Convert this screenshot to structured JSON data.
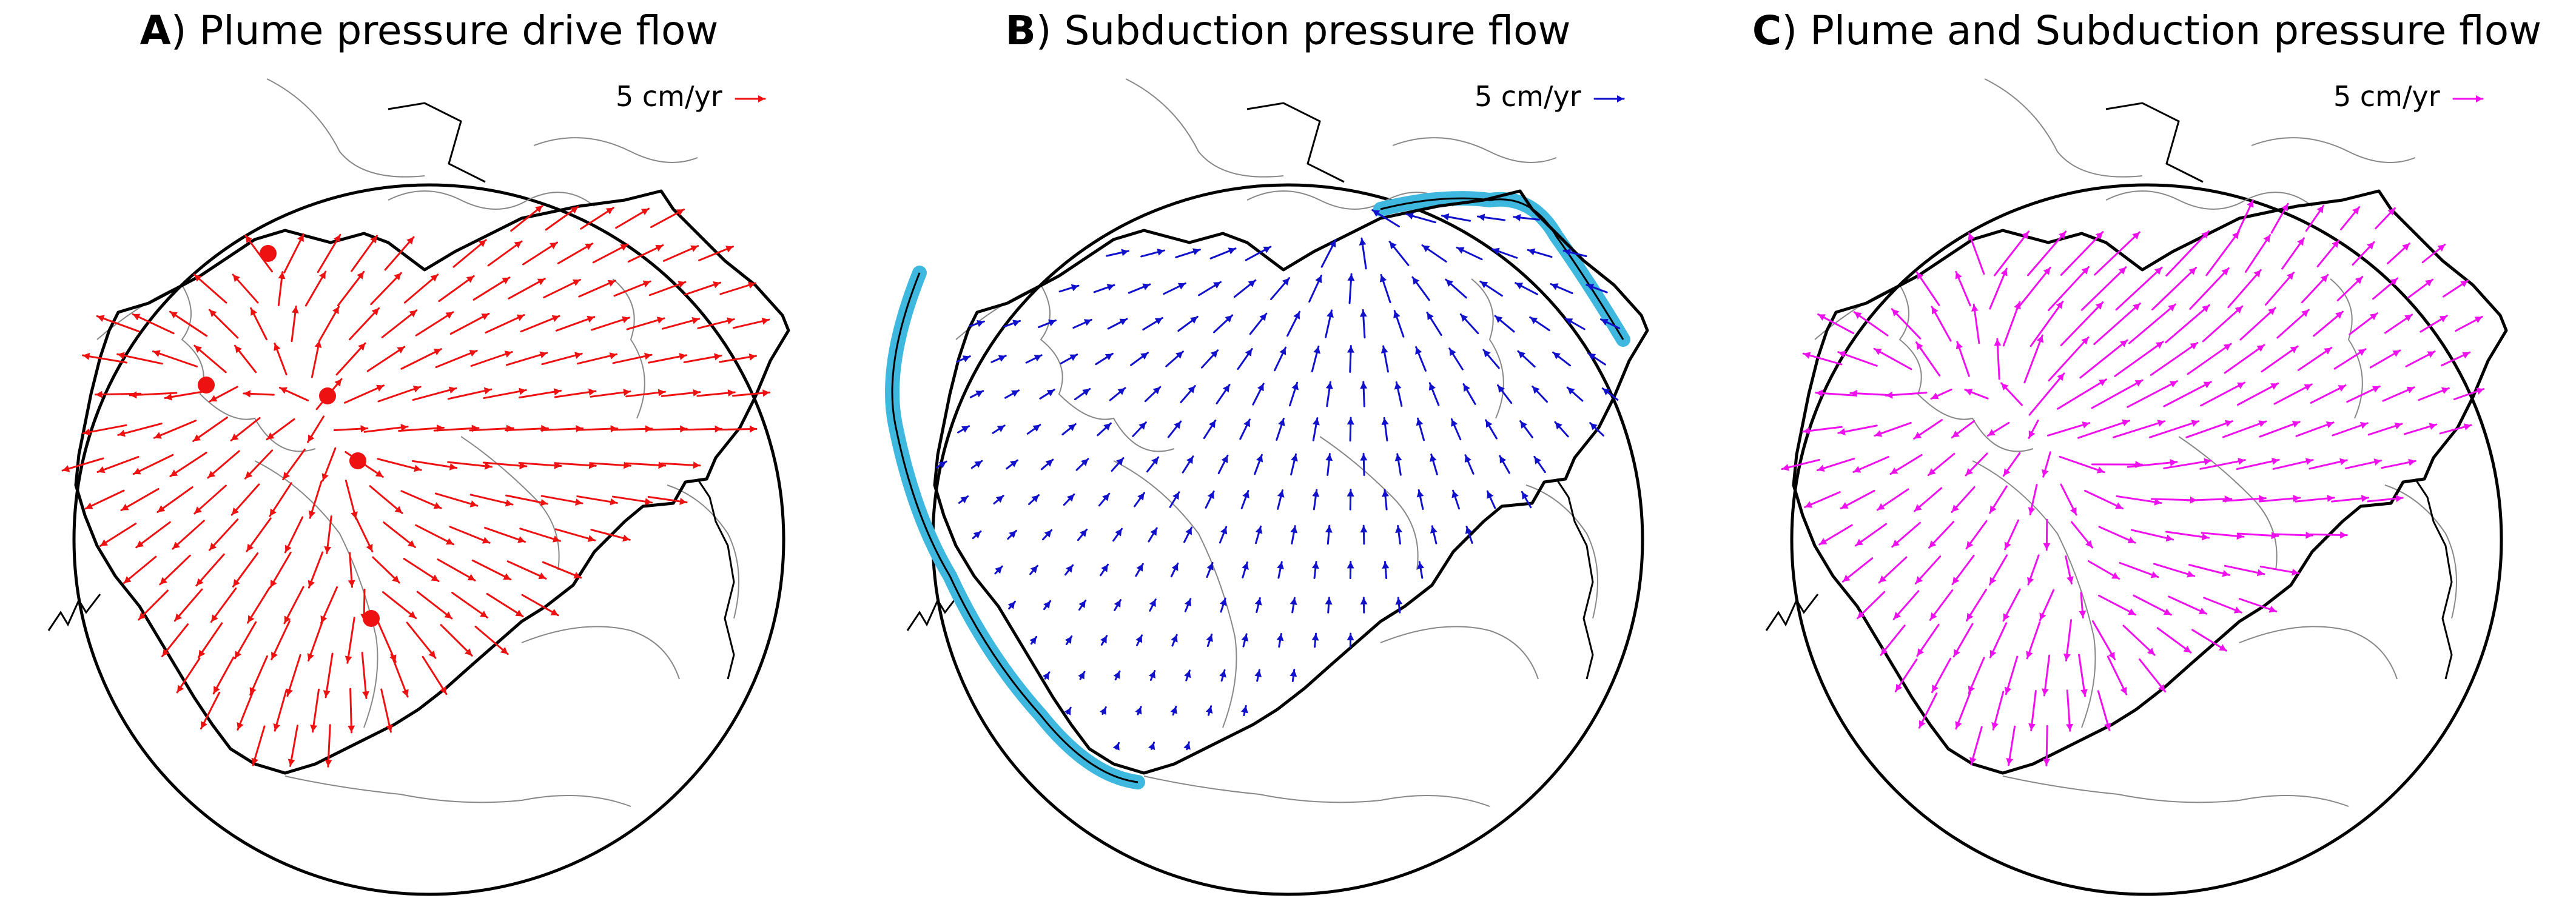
{
  "panels": [
    {
      "letter": "A",
      "title": ") Plume pressure drive flow",
      "legend": "5 cm/yr",
      "color": "#ee1111",
      "field": "plume",
      "show_plumes": true,
      "show_trench": false
    },
    {
      "letter": "B",
      "title": ") Subduction pressure flow",
      "legend": "5 cm/yr",
      "color": "#1111cc",
      "field": "subduction",
      "show_plumes": false,
      "show_trench": true
    },
    {
      "letter": "C",
      "title": ") Plume and Subduction pressure flow",
      "legend": "5 cm/yr",
      "color": "#ee11ee",
      "field": "combined",
      "show_plumes": false,
      "show_trench": false
    }
  ],
  "colors": {
    "plate_boundary": "#000000",
    "coastline": "#888888",
    "trench": "#3fb8e0",
    "globe_outline": "#000000"
  }
}
